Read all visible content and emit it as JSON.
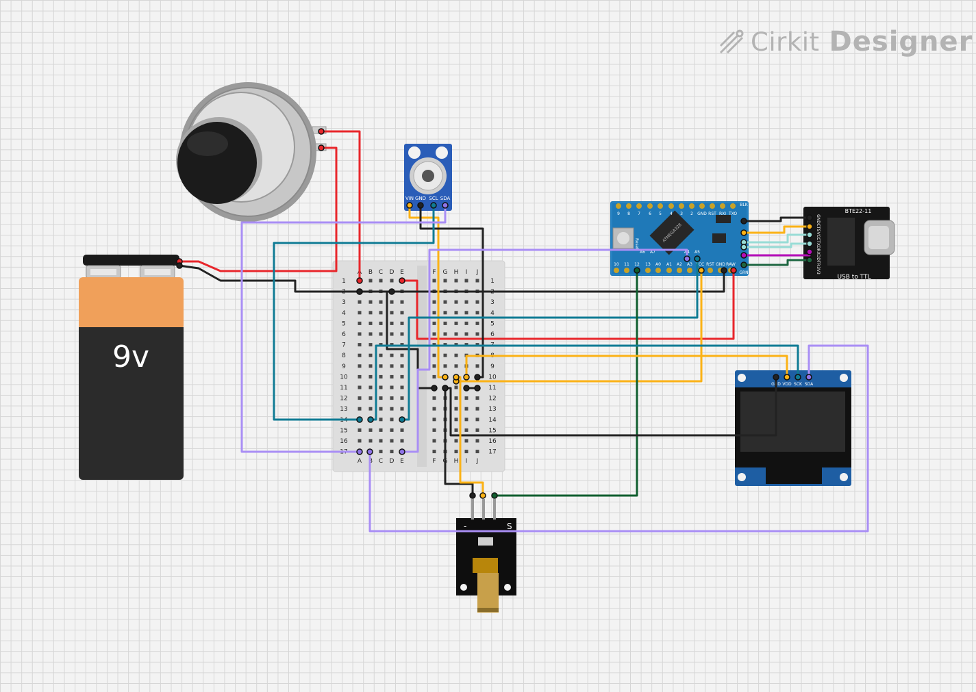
{
  "app": {
    "brand_name": "Cirkit",
    "brand_product": "Designer"
  },
  "battery": {
    "label": "9v"
  },
  "breadboard": {
    "left_columns": [
      "A",
      "B",
      "C",
      "D",
      "E"
    ],
    "right_columns": [
      "F",
      "G",
      "H",
      "I",
      "J"
    ],
    "rows": [
      "1",
      "2",
      "3",
      "4",
      "5",
      "6",
      "7",
      "8",
      "9",
      "10",
      "11",
      "12",
      "13",
      "14",
      "15",
      "16",
      "17"
    ]
  },
  "ir_temp_sensor": {
    "pins": [
      "VIN",
      "GND",
      "SCL",
      "SDA"
    ]
  },
  "arduino_pro_mini": {
    "top_pins": [
      "9",
      "8",
      "7",
      "6",
      "5",
      "4",
      "3",
      "2",
      "GND",
      "RST",
      "RXI",
      "TXO"
    ],
    "bottom_pins": [
      "10",
      "11",
      "12",
      "13",
      "A0",
      "A1",
      "A2",
      "A3",
      "VCC",
      "RST",
      "GND",
      "RAW"
    ],
    "inner_pins": [
      "A6",
      "A7",
      "A5",
      "A4"
    ],
    "side_top": "BLK",
    "side_bottom": "GRN",
    "chip_text": "ATMEGA328",
    "reset_label": "Reset"
  },
  "usb_ttl": {
    "title": "BTE22-11",
    "bottom_label": "USB to TTL",
    "pins": [
      "GND",
      "CTS",
      "VCC",
      "TXD",
      "RXD",
      "DTR",
      "3V3"
    ]
  },
  "oled": {
    "pins": [
      "GND",
      "VDD",
      "SCK",
      "SDA"
    ]
  },
  "laser": {
    "minus_label": "-",
    "signal_label": "S"
  },
  "colors": {
    "red": "#e8262b",
    "black": "#222222",
    "orange": "#fbb216",
    "teal": "#0f7b94",
    "purple": "#a98ef5",
    "green": "#0f5e2e",
    "lightblue": "#98dcd6",
    "magenta": "#b40db8",
    "darkgreen": "#1d6640"
  }
}
